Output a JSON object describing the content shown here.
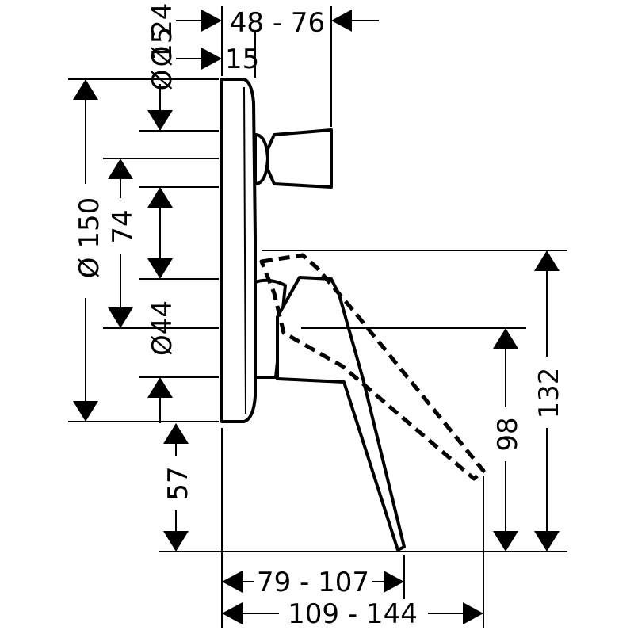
{
  "drawing": {
    "subject": "concealed bath/shower mixer, technical dimension drawing",
    "line_color": "#000000",
    "background": "#ffffff"
  },
  "dimensions": {
    "d24": "Ø 24",
    "d15": "Ø 15",
    "d15_value": "15",
    "proj_48_76": "48 - 76",
    "d150": "Ø 150",
    "h74": "74",
    "d44": "Ø44",
    "h57": "57",
    "h98": "98",
    "h132": "132",
    "w79_107": "79 - 107",
    "w109_144": "109 - 144"
  }
}
